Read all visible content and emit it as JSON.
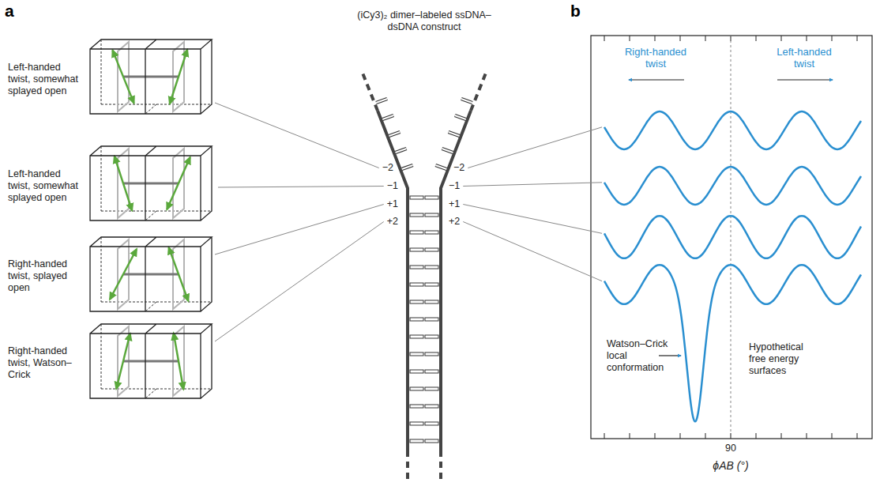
{
  "diagram": {
    "labels": [
      "a",
      "b",
      "Left-handed twist, somewhat splayed open",
      "Left-handed twist, somewhat splayed open",
      "Right-handed twist, splayed open",
      "Right-handed twist, Watson–Crick",
      "(iCy3)₂ dimer–labeled ssDNA–dsDNA construct",
      "−2",
      "−1",
      "+1",
      "+2",
      "−2",
      "−1",
      "+1",
      "+2",
      "Right-handed twist",
      "Left-handed twist",
      "Watson–Crick local conformation",
      "Hypothetical free energy surfaces",
      "90",
      "ϕAB (°)"
    ]
  }
}
